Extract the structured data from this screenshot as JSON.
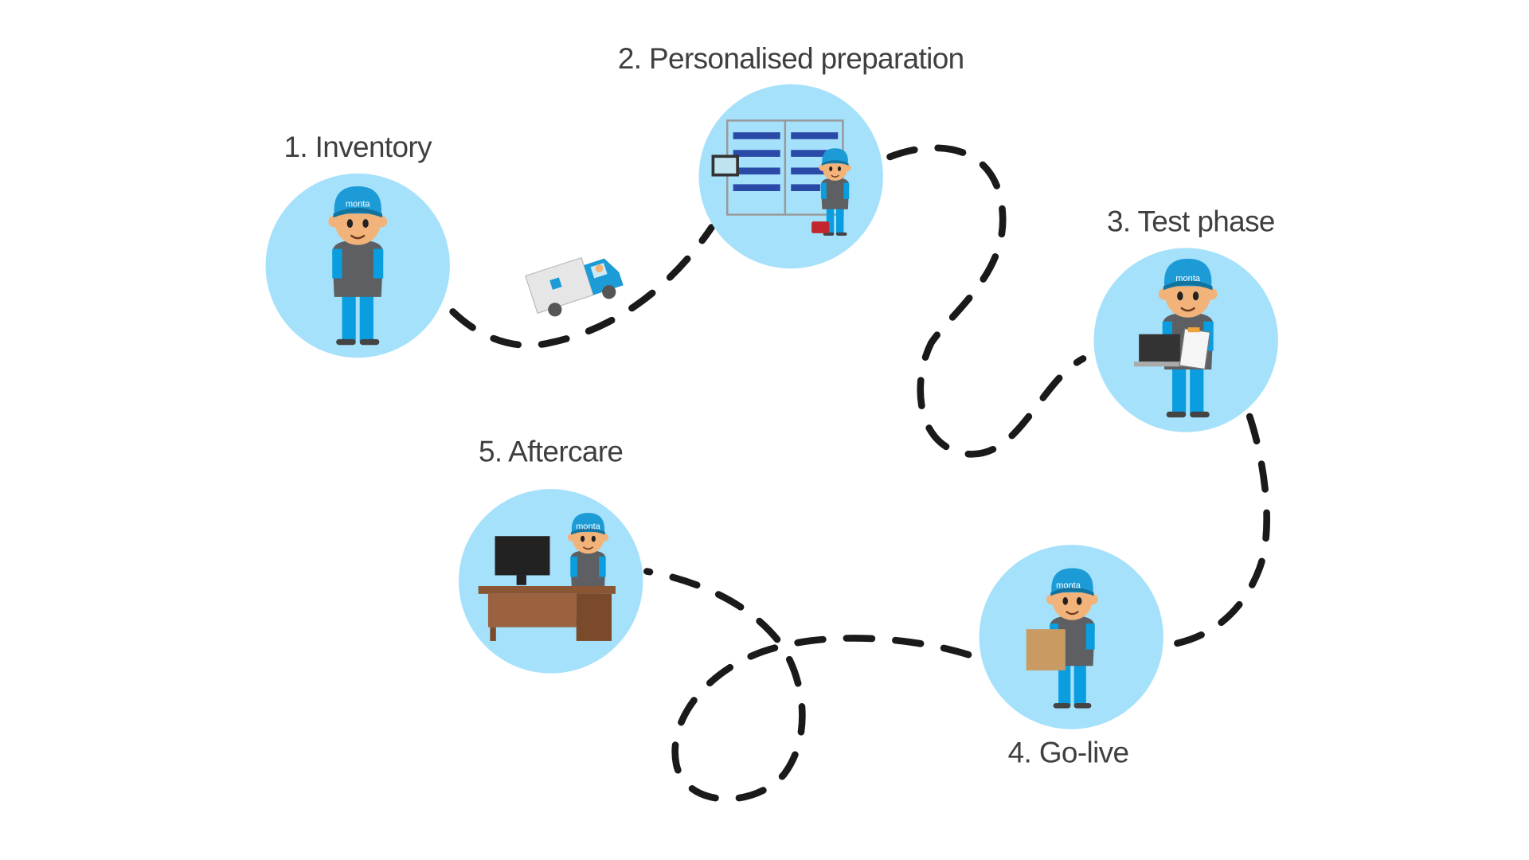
{
  "steps": [
    {
      "label": "1. Inventory"
    },
    {
      "label": "2. Personalised preparation"
    },
    {
      "label": "3. Test phase"
    },
    {
      "label": "4. Go-live"
    },
    {
      "label": "5. Aftercare"
    }
  ],
  "brand": "monta",
  "colors": {
    "circle": "#a6e1fb",
    "cap": "#1d9bd7",
    "path": "#1a1a1a",
    "label": "#3f3f3f"
  }
}
